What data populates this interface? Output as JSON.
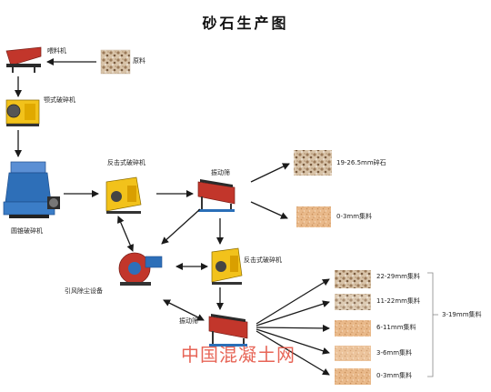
{
  "title": "砂石生产图",
  "watermark": "中国混凝土网",
  "labels": {
    "feeder": "喂料机",
    "raw_material": "原料",
    "jaw_crusher": "颚式破碎机",
    "cone_crusher": "圆锥破碎机",
    "impact_crusher_1": "反击式破碎机",
    "screen_1": "振动筛",
    "product_1": "19-26.5mm碎石",
    "product_2": "0-3mm集料",
    "impact_crusher_2": "反击式破碎机",
    "dust_collector": "引风除尘设备",
    "screen_2": "振动筛",
    "out_1": "22-29mm集料",
    "out_2": "11-22mm集料",
    "out_3": "6-11mm集料",
    "out_4": "3-6mm集料",
    "out_5": "0-3mm集料",
    "range": "3-19mm集料"
  },
  "colors": {
    "arrow": "#1a1a1a",
    "machine_yellow": "#f2c21b",
    "machine_blue": "#2e6fb8",
    "machine_red": "#c2362b",
    "watermark": "#e34b3a"
  }
}
